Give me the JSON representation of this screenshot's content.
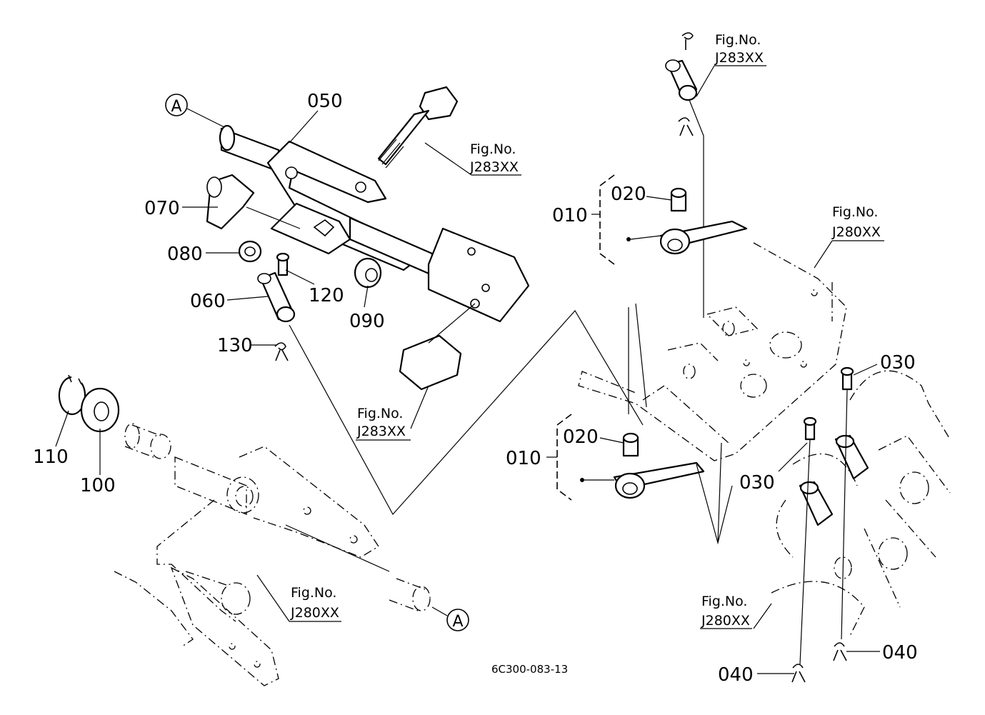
{
  "drawing_code": "6C300-083-13",
  "callouts": {
    "c050": "050",
    "c070": "070",
    "c080": "080",
    "c060": "060",
    "c120": "120",
    "c090": "090",
    "c130": "130",
    "c110": "110",
    "c100": "100",
    "c010a": "010",
    "c020a": "020",
    "c010b": "010",
    "c020b": "020",
    "c030a": "030",
    "c030b": "030",
    "c040a": "040",
    "c040b": "040"
  },
  "reference_marks": {
    "ref_a1": "A",
    "ref_a2": "A"
  },
  "figure_refs": {
    "fig_label": "Fig.No.",
    "ref1": "J283XX",
    "ref2": "J283XX",
    "ref3": "J283XX",
    "ref4": "J280XX",
    "ref5": "J280XX",
    "ref6": "J280XX"
  }
}
